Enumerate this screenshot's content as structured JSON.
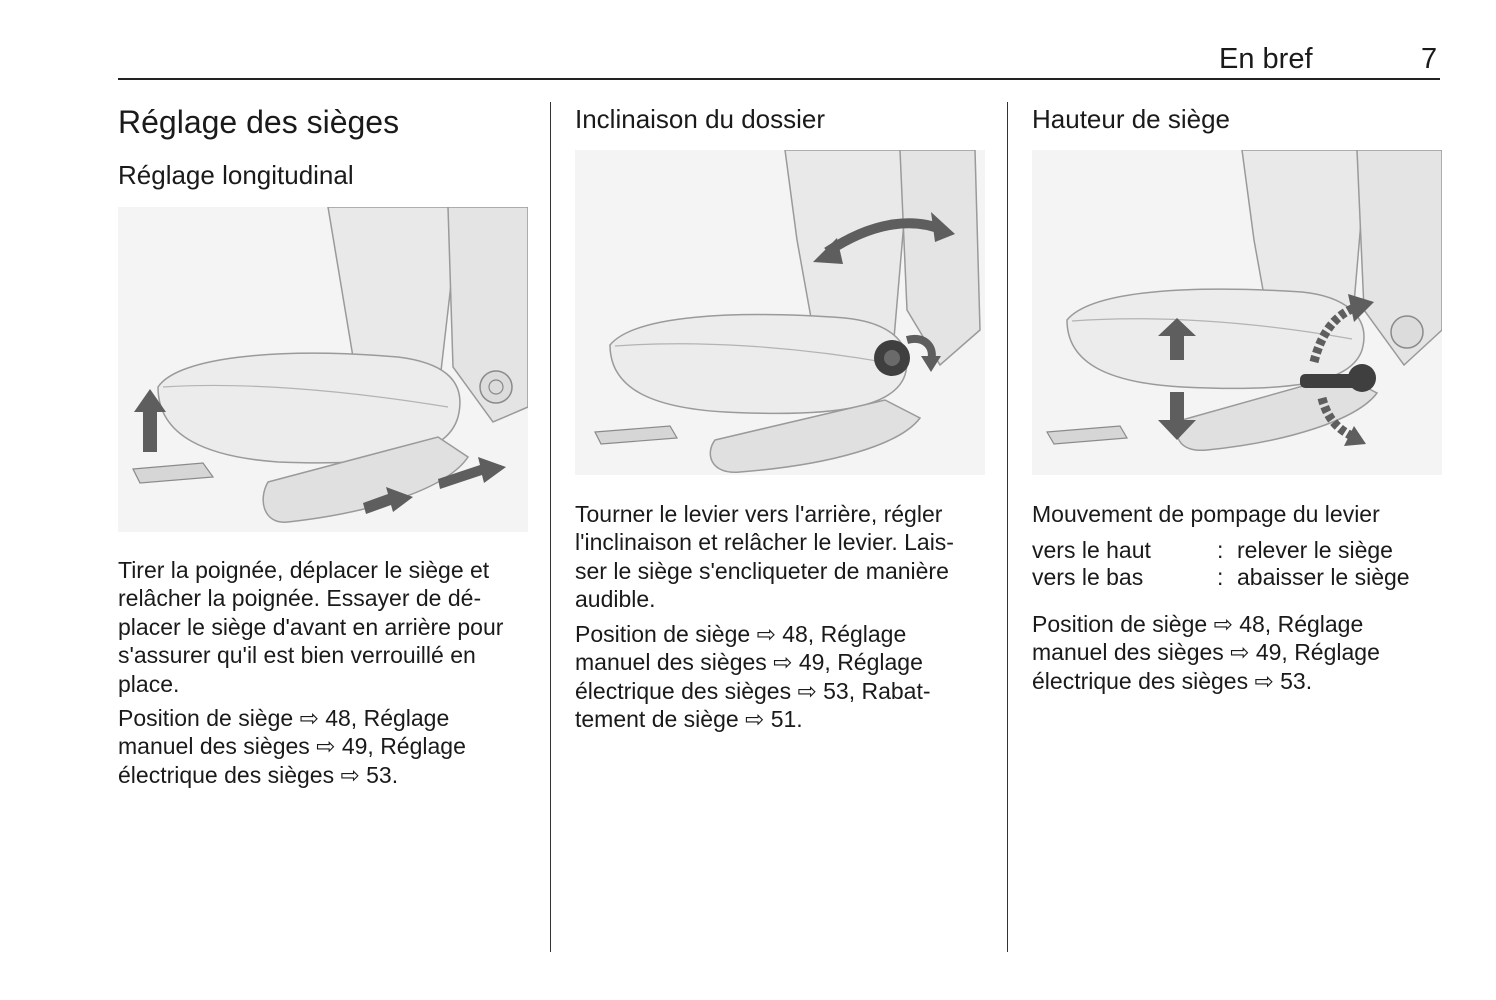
{
  "header": {
    "section": "En bref",
    "page": "7"
  },
  "col1": {
    "title": "Réglage des sièges",
    "subtitle": "Réglage longitudinal",
    "figure_icon": "seat-longitudinal-adjustment-illustration",
    "para1": [
      "Tirer la poignée, déplacer le siège et",
      "relâcher la poignée. Essayer de dé-",
      "placer le siège d'avant en arrière pour",
      "s'assurer qu'il est bien verrouillé en",
      "place."
    ],
    "para2": [
      "Position de siège ⇨ 48, Réglage",
      "manuel des sièges ⇨ 49, Réglage",
      "électrique des sièges ⇨ 53."
    ]
  },
  "col2": {
    "title": "Inclinaison du dossier",
    "figure_icon": "seat-backrest-recline-illustration",
    "para1": [
      "Tourner le levier vers l'arrière, régler",
      "l'inclinaison et relâcher le levier. Lais-",
      "ser le siège s'encliqueter de manière",
      "audible."
    ],
    "para2": [
      "Position de siège ⇨ 48, Réglage",
      "manuel des sièges ⇨ 49, Réglage",
      "électrique des sièges ⇨ 53, Rabat-",
      "tement de siège ⇨ 51."
    ]
  },
  "col3": {
    "title": "Hauteur de siège",
    "figure_icon": "seat-height-adjustment-illustration",
    "para1": "Mouvement de pompage du levier",
    "defs": [
      {
        "term": "vers le haut",
        "sep": ":",
        "desc": "relever le siège"
      },
      {
        "term": "vers le bas",
        "sep": ":",
        "desc": "abaisser le siège"
      }
    ],
    "para2": [
      "Position de siège ⇨ 48, Réglage",
      "manuel des sièges ⇨ 49, Réglage",
      "électrique des sièges ⇨ 53."
    ]
  },
  "colors": {
    "text": "#1a1a1a",
    "arrow": "#5e5e5e",
    "seat_fill": "#ececec",
    "seat_stroke": "#9a9a9a"
  }
}
